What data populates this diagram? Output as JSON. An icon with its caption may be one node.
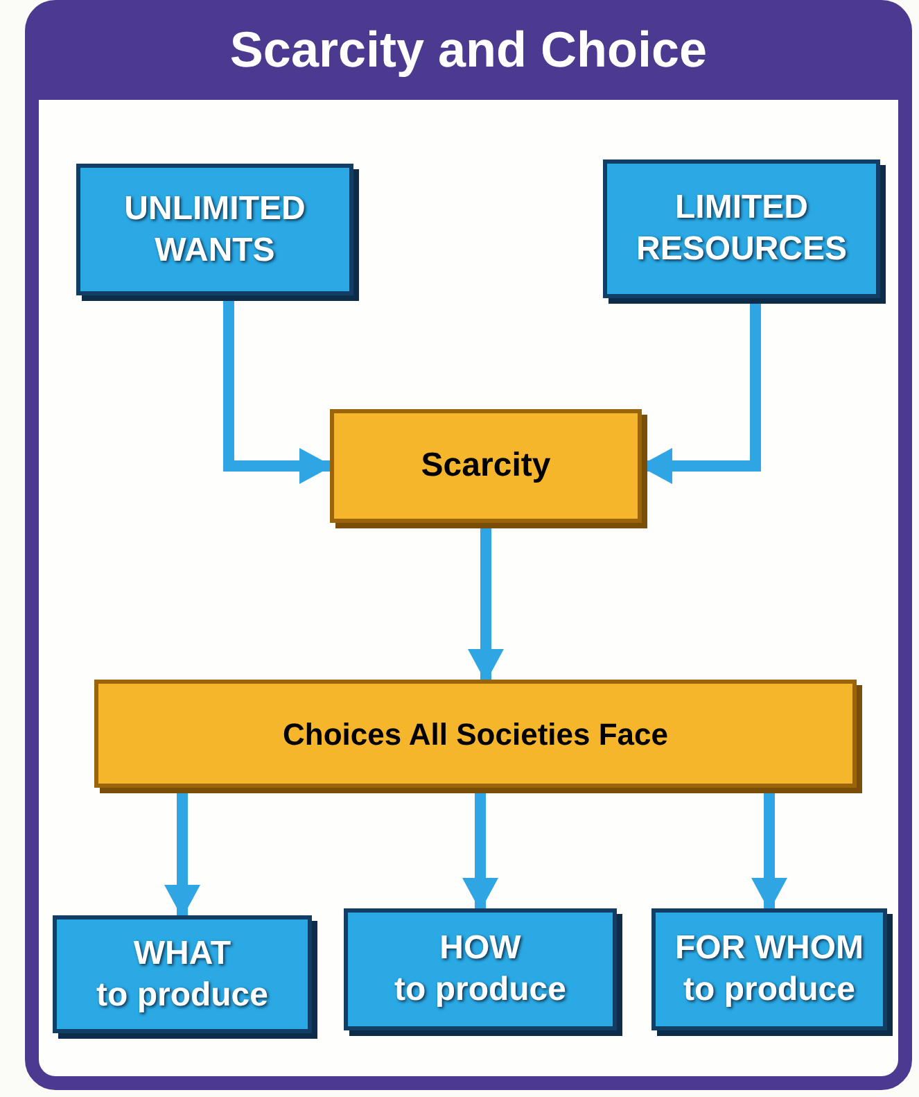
{
  "diagram": {
    "title": "Scarcity and Choice",
    "nodes": [
      {
        "text": [
          "UNLIMITED WANTS"
        ]
      },
      {
        "text": [
          "LIMITED RESOURCES"
        ]
      },
      {
        "text": [
          "Scarcity"
        ]
      },
      {
        "text": [
          "Choices All Societies Face"
        ]
      },
      {
        "text": [
          "WHAT",
          "to produce"
        ]
      },
      {
        "text": [
          "HOW",
          "to produce"
        ]
      },
      {
        "text": [
          "FOR WHOM",
          "to produce"
        ]
      }
    ],
    "edges": [
      {
        "from": 0,
        "to": 2,
        "arrow": "to"
      },
      {
        "from": 1,
        "to": 2,
        "arrow": "to"
      },
      {
        "from": 2,
        "to": 3,
        "arrow": "to"
      },
      {
        "from": 3,
        "to": 4,
        "arrow": "to"
      },
      {
        "from": 3,
        "to": 5,
        "arrow": "to"
      },
      {
        "from": 3,
        "to": 6,
        "arrow": "to"
      }
    ]
  }
}
